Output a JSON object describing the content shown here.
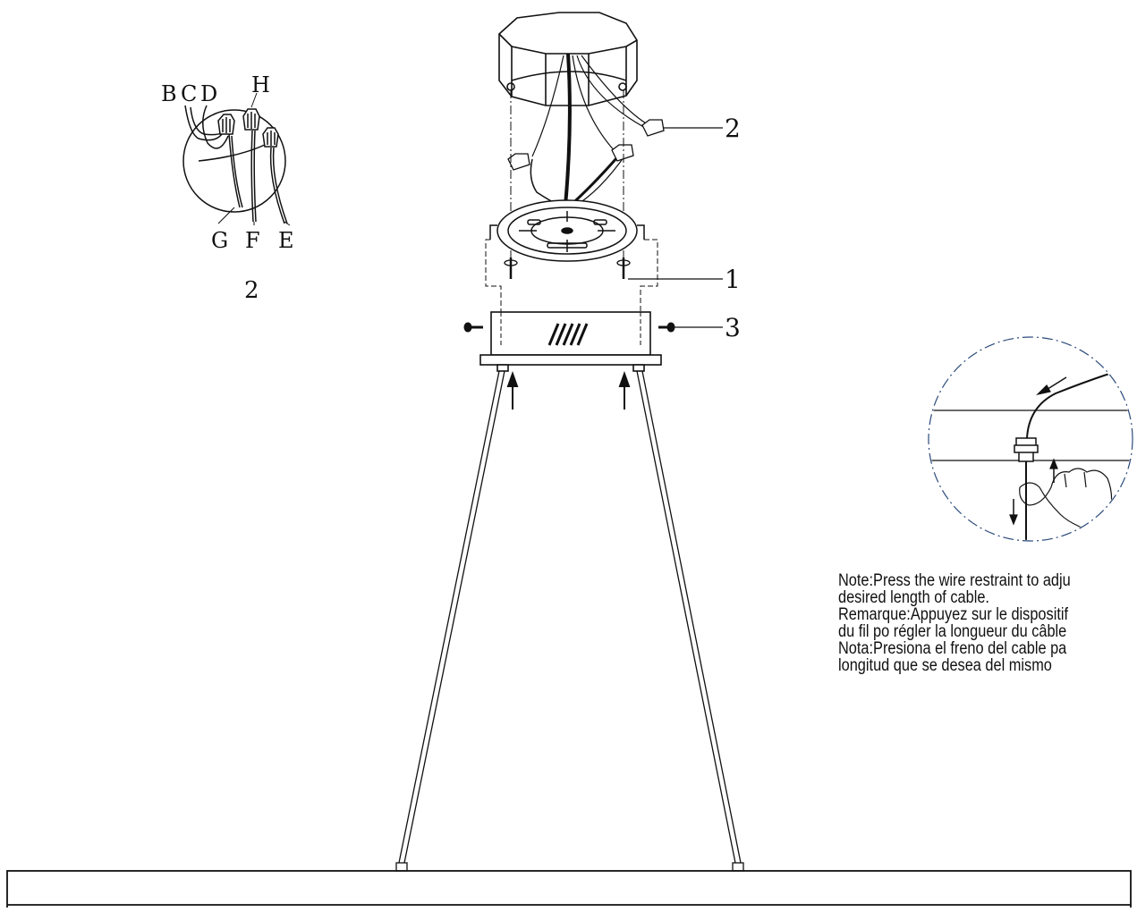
{
  "labels": {
    "wire_B": "B",
    "wire_C": "C",
    "wire_D": "D",
    "wire_H": "H",
    "wire_G": "G",
    "wire_F": "F",
    "wire_E": "E",
    "detail_step": "2",
    "callout_1": "1",
    "callout_2": "2",
    "callout_3": "3"
  },
  "note": {
    "line1": "Note:Press the wire restraint to adju",
    "line2": "desired length of cable.",
    "line3": "Remarque:Appuyez sur le dispositif",
    "line4": "du fil po régler la longueur du câble",
    "line5": "Nota:Presiona el freno del cable pa",
    "line6": "longitud que se desea del mismo"
  }
}
